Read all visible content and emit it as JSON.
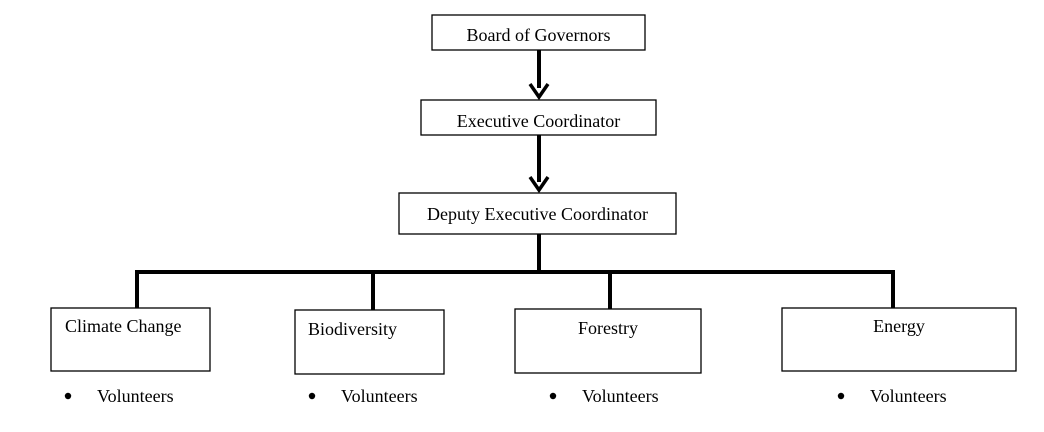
{
  "chart": {
    "top": [
      "Board of Governors",
      "Executive Coordinator",
      "Deputy Executive Coordinator"
    ],
    "departments": [
      {
        "name": "Climate Change",
        "item": "Volunteers"
      },
      {
        "name": "Biodiversity",
        "item": "Volunteers"
      },
      {
        "name": "Forestry",
        "item": "Volunteers"
      },
      {
        "name": "Energy",
        "item": "Volunteers"
      }
    ]
  }
}
